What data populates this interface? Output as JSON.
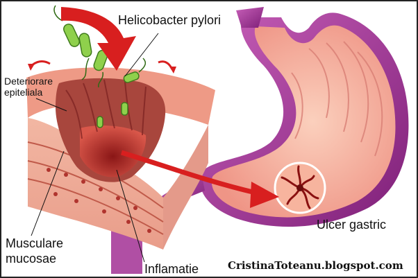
{
  "labels": {
    "pathogen": "Helicobacter pylori",
    "erosion_line1": "Deteriorare",
    "erosion_line2": "epiteliala",
    "muscle_line1": "Musculare",
    "muscle_line2": "mucosae",
    "inflammation": "Inflamatie",
    "ulcer": "Ulcer gastric"
  },
  "credit": "CristinaToteanu.blogspot.com",
  "colors": {
    "stomach_outer": "#9a2f8f",
    "stomach_inner": "#f3a38f",
    "tissue_top": "#e88a74",
    "ulcer_crater": "#b0302a",
    "arrow_red": "#d81f1f",
    "bacteria_green": "#7fc241"
  }
}
